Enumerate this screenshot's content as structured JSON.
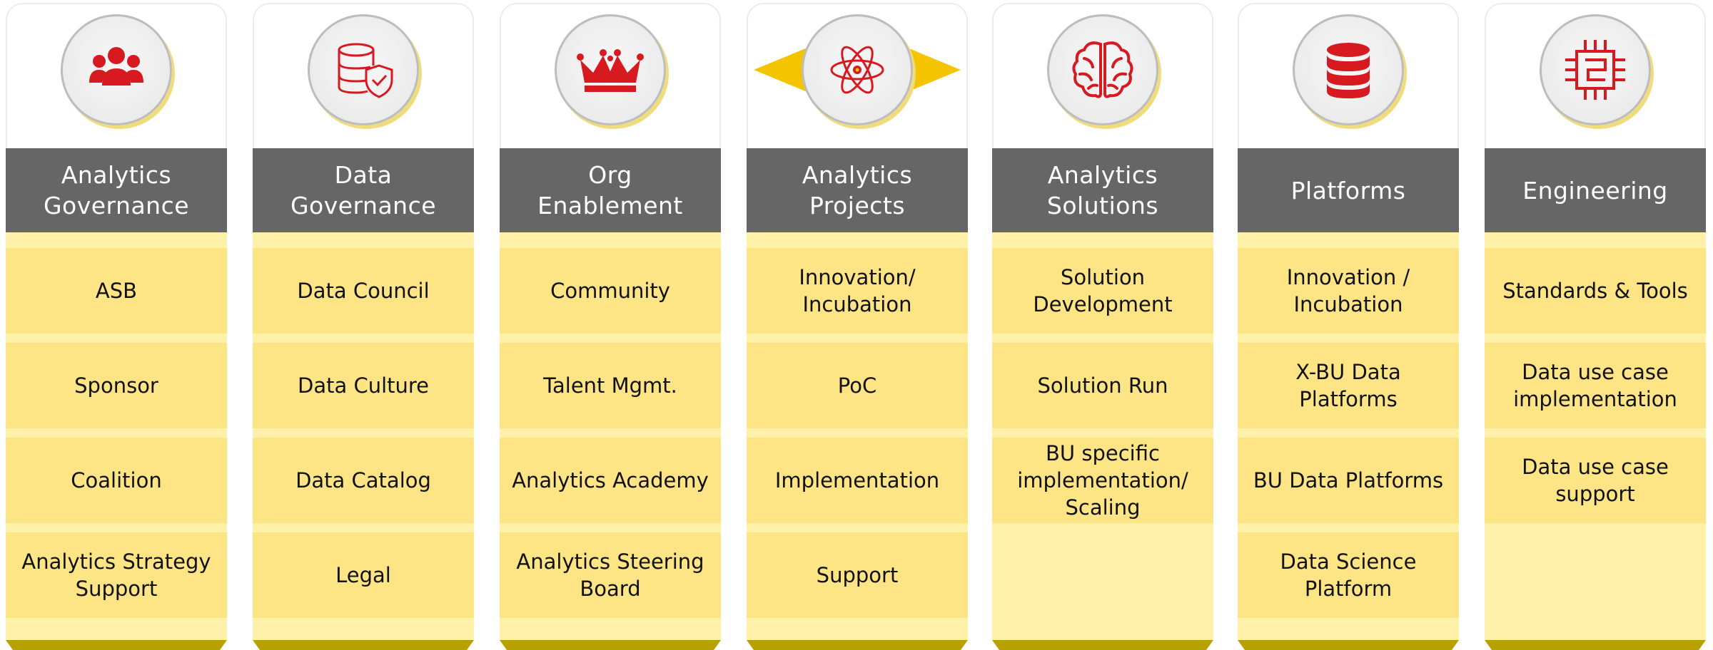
{
  "colors": {
    "header_bg": "#666666",
    "item_bg": "#fde585",
    "panel_bg": "#fff0aa",
    "footer": "#b8a000",
    "icon_red": "#d71920",
    "accent_yellow": "#f5c400"
  },
  "columns": [
    {
      "title": "Analytics\nGovernance",
      "icon": "group-people-icon",
      "items": [
        "ASB",
        "Sponsor",
        "Coalition",
        "Analytics Strategy\nSupport"
      ]
    },
    {
      "title": "Data\nGovernance",
      "icon": "database-shield-icon",
      "items": [
        "Data Council",
        "Data Culture",
        "Data Catalog",
        "Legal"
      ]
    },
    {
      "title": "Org\nEnablement",
      "icon": "crown-icon",
      "items": [
        "Community",
        "Talent Mgmt.",
        "Analytics Academy",
        "Analytics Steering\nBoard"
      ]
    },
    {
      "title": "Analytics\nProjects",
      "icon": "atom-icon",
      "items": [
        "Innovation/\nIncubation",
        "PoC",
        "Implementation",
        "Support"
      ]
    },
    {
      "title": "Analytics\nSolutions",
      "icon": "brain-icon",
      "items": [
        "Solution\nDevelopment",
        "Solution Run",
        "BU specific\nimplementation/\nScaling"
      ]
    },
    {
      "title": "Platforms",
      "icon": "database-icon",
      "items": [
        "Innovation /\nIncubation",
        "X-BU Data\nPlatforms",
        "BU Data Platforms",
        "Data Science\nPlatform"
      ]
    },
    {
      "title": "Engineering",
      "icon": "circuit-chip-icon",
      "items": [
        "Standards & Tools",
        "Data use case\nimplementation",
        "Data use case\nsupport"
      ]
    }
  ]
}
